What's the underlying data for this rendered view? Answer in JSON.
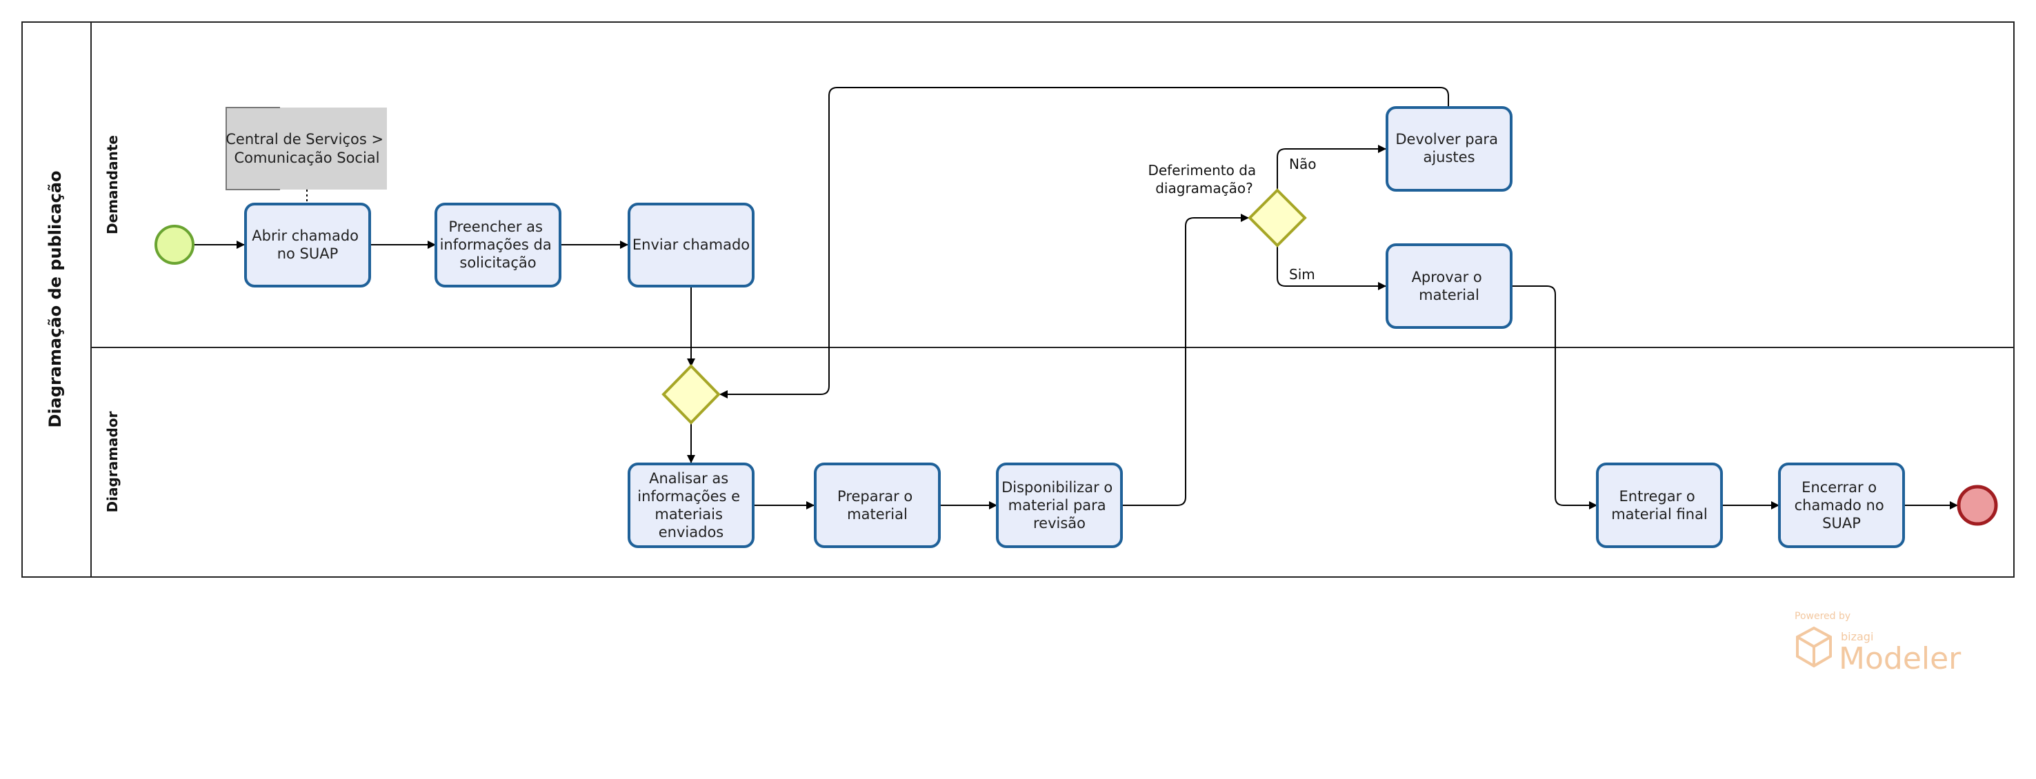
{
  "pool": {
    "title": "Diagramação de publicação"
  },
  "lanes": {
    "demandante": "Demandante",
    "diagramador": "Diagramador"
  },
  "annotation": {
    "lines": [
      "Central de Serviços >",
      "Comunicação Social"
    ]
  },
  "tasks": {
    "abrir_chamado": [
      "Abrir chamado",
      "no SUAP"
    ],
    "preencher": [
      "Preencher as",
      "informações da",
      "solicitação"
    ],
    "enviar": [
      "Enviar chamado"
    ],
    "analisar": [
      "Analisar as",
      "informações e",
      "materiais",
      "enviados"
    ],
    "preparar": [
      "Preparar o",
      "material"
    ],
    "disponibilizar": [
      "Disponibilizar o",
      "material para",
      "revisão"
    ],
    "devolver": [
      "Devolver para",
      "ajustes"
    ],
    "aprovar": [
      "Aprovar o",
      "material"
    ],
    "entregar": [
      "Entregar o",
      "material final"
    ],
    "encerrar": [
      "Encerrar o",
      "chamado no",
      "SUAP"
    ]
  },
  "gateways": {
    "deferimento": [
      "Deferimento da",
      "diagramação?"
    ]
  },
  "flow_labels": {
    "nao": "Não",
    "sim": "Sim"
  },
  "watermark": {
    "powered_by": "Powered by",
    "brand": "bizagi",
    "product": "Modeler"
  },
  "colors": {
    "task_fill": "#e8edfa",
    "task_stroke": "#1f6199",
    "gateway_fill": "#ffffc8",
    "gateway_stroke": "#a6a626",
    "start_fill": "#e4f9a3",
    "start_stroke": "#6aa431",
    "end_fill": "#ec9c9e",
    "end_stroke": "#a11d21",
    "annotation_fill": "#d3d3d3",
    "watermark": "#f3c8a0"
  }
}
